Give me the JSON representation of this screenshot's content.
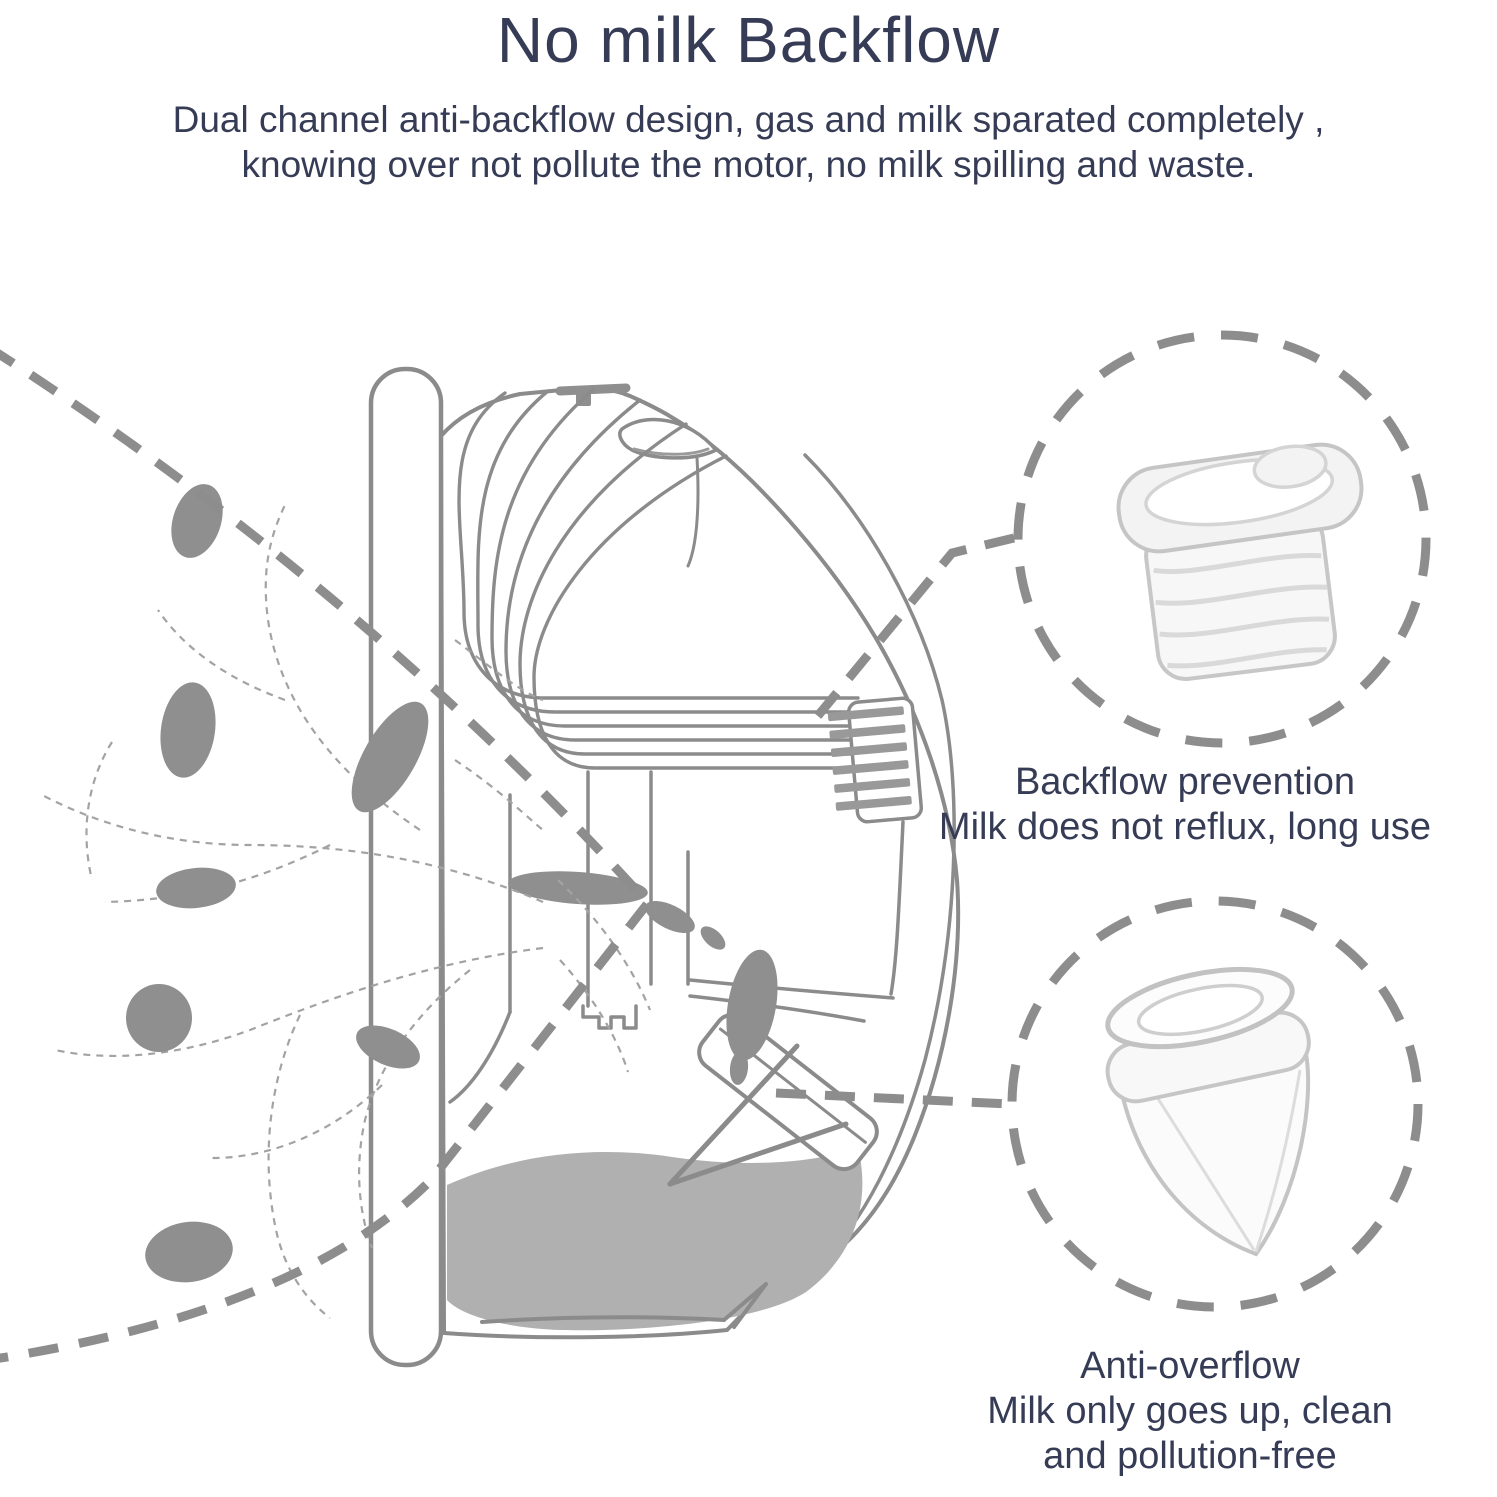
{
  "header": {
    "title": "No milk Backflow",
    "subtitle_line1": "Dual channel anti-backflow design, gas and milk sparated completely ,",
    "subtitle_line2": "knowing over not pollute the motor, no milk spilling and waste."
  },
  "callouts": [
    {
      "title": "Backflow prevention",
      "lines": [
        "Milk does not reflux, long use"
      ],
      "part": "backflow-preventer-membrane"
    },
    {
      "title": "Anti-overflow",
      "lines": [
        "Milk only goes up, clean",
        "and pollution-free"
      ],
      "part": "duckbill-valve"
    }
  ],
  "diagram": {
    "subject": "wearable breast pump cross-section worn on breast",
    "line_color": "#8b8b8b",
    "tissue_color": "#8f8f8f",
    "milk_color": "#b0b0b0",
    "part_outline_color": "#c6c6c6",
    "text_color": "#363c55"
  }
}
